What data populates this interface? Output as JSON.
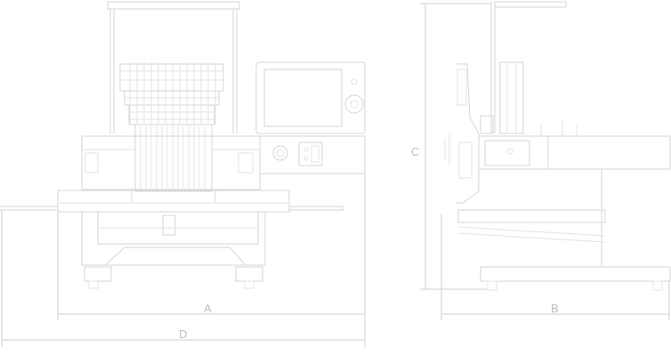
{
  "drawing": {
    "views": [
      "front-view",
      "side-view"
    ],
    "line_color": "#d6d6d6",
    "label_color": "#bdbdbd",
    "dimension_labels": {
      "a": "A",
      "b": "B",
      "c": "C",
      "d": "D"
    }
  }
}
